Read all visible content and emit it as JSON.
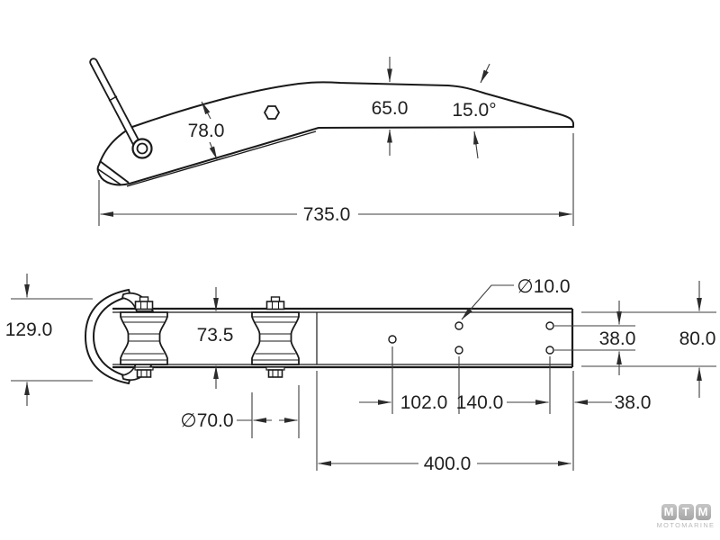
{
  "drawing": {
    "title": "anchor-bow-roller-technical-drawing",
    "side_view": {
      "dim_arm_depth": "78.0",
      "dim_section_height": "65.0",
      "dim_taper_angle": "15.0°",
      "dim_overall_length": "735.0"
    },
    "top_view": {
      "dim_overall_width": "129.0",
      "dim_channel_inner_width": "73.5",
      "dim_roller_diameter": "∅70.0",
      "dim_hole_diameter": "∅10.0",
      "dim_hole_row_spacing": "38.0",
      "dim_plate_width": "80.0",
      "dim_hole_pitch_a": "102.0",
      "dim_hole_pitch_b": "140.0",
      "dim_end_offset": "38.0",
      "dim_plate_length": "400.0"
    }
  },
  "logo": {
    "tiles": [
      "M",
      "T",
      "M"
    ],
    "subtitle": "MOTOMARINE"
  },
  "colors": {
    "object_line": "#1a1a1a",
    "dimension_line": "#3d3d3d",
    "text": "#1f1f1f",
    "logo_gray": "#b0b0b0",
    "background": "#ffffff"
  }
}
